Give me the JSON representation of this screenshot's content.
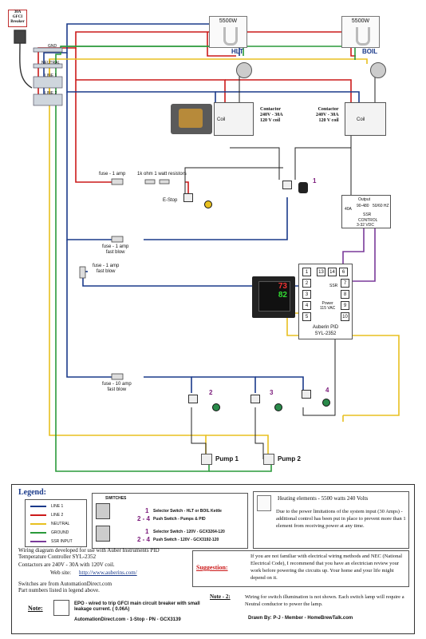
{
  "breaker": {
    "label": "30A GFCI Breaker"
  },
  "panel_labels": {
    "gnd": "GND",
    "neutral": "NEUTRAL",
    "line1": "LINE 1",
    "line2": "LINE 2"
  },
  "heaters": [
    {
      "watt": "5500W",
      "name": "HLT"
    },
    {
      "watt": "5500W",
      "name": "BOIL"
    }
  ],
  "contactors": [
    {
      "coil": "Coil",
      "text": "Contactor\n240V - 30A\n120 V coil"
    },
    {
      "coil": "Coil",
      "text": "Contactor\n240V - 30A\n120 V coil"
    }
  ],
  "fuses": {
    "f1": "fuse - 1 amp",
    "resistors": "1k ohm 1 watt resistors",
    "estop": "E-Stop",
    "f2": "fuse - 1 amp\nfast blow",
    "f3": "fuse - 1 amp\nfast blow",
    "f10": "fuse - 10 amp\nfast blow"
  },
  "ssr": {
    "output": "Output",
    "range": "90-480",
    "vac": "40A",
    "freq": "50/60 HZ",
    "ssr": "SSR",
    "control": "CONTROL",
    "vdc": "3-32 VDC"
  },
  "pid": {
    "title": "Auberin PID",
    "model": "SYL-2352",
    "power": "Power\n115 VAC",
    "ssr_label": "SSR",
    "display1": "73",
    "display2": "82",
    "terminals_left": [
      "1",
      "2",
      "3",
      "4",
      "5"
    ],
    "terminals_mid": [
      "13",
      "14",
      "6"
    ],
    "terminals_right": [
      "7",
      "8",
      "9",
      "10"
    ]
  },
  "switch_numbers": [
    "1",
    "2",
    "3",
    "4"
  ],
  "pumps": [
    "Pump 1",
    "Pump 2"
  ],
  "legend": {
    "title": "Legend:",
    "lines": [
      {
        "label": "LINE 1",
        "color": "#1a3a8a"
      },
      {
        "label": "LINE 2",
        "color": "#cc1a1a"
      },
      {
        "label": "NEUTRAL",
        "color": "#e8c020"
      },
      {
        "label": "GROUND",
        "color": "#2a9a3a"
      },
      {
        "label": "SSR INPUT",
        "color": "#7a3a9a"
      }
    ],
    "switches_title": "SWITCHES",
    "switch_items": [
      {
        "num": "1",
        "text": "Selector Switch - HLT or BOIL Kettle"
      },
      {
        "num": "2 - 4",
        "text": "Push Switch - Pumps & PID"
      },
      {
        "num": "1",
        "text": "Selector Switch - 120V - GCX3264-120"
      },
      {
        "num": "2 - 4",
        "text": "Push Switch - 120V - GCX3192-120"
      }
    ],
    "heating_title": "Heating elements - 5500 watts 240 Volts",
    "heating_text": "Due to the power limitations of the system input (30 Amps) - additional control has been put in place to prevent more than 1 element from receiving power at any time.",
    "wiring_text": "Wiring diagram developed for use with Auber Instruments PID Temperature Controller SYL-2352",
    "contactors_text": "Contactors are 240V - 30A with 120V coil.",
    "website_label": "Web site:",
    "website": "http://www.auberins.com/",
    "switches_from": "Switches are from AutomationDirect.com\nPart numbers listed in legend above.",
    "suggestion_label": "Suggestion:",
    "suggestion_text": "If you are not familiar with electrical wiring methods and NEC (National Electrical Code), I recommend that you have an electrician review your work before powering the circuits up. Your home and your life might depend on it.",
    "note_label": "Note:",
    "note_text": "EPO - wired to trip GFCI main circuit breaker with small leakage current. ( 0.06A)",
    "note_part": "AutomationDirect.com - 1-Stop - PN - GCX3139",
    "note2_label": "Note - 2:",
    "note2_text": "Wiring for switch illumination is not shown. Each switch lamp will require a Neutral conductor to power the lamp.",
    "drawn_by": "Drawn By: P-J - Member - HomeBrewTalk.com"
  }
}
